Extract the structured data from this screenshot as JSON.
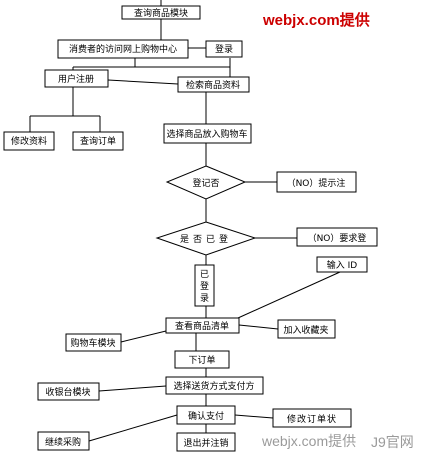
{
  "diagram": {
    "brand": "webjx.com提供",
    "watermark": "webjx.com提供",
    "watermark_logo": "J9官网",
    "nodes": {
      "query_module": "查询商品模块",
      "visit_center": "消费者的访问网上购物中心",
      "login": "登录",
      "register": "用户注册",
      "search": "检索商品资料",
      "modify_info": "修改资料",
      "query_order": "查询订单",
      "add_cart": "选择商品放入购物车",
      "is_registered": "登记否",
      "no_prompt": "（NO）提示注",
      "is_logged_in": "是否已登",
      "no_require": "（NO）要求登",
      "logged_in": "已登录",
      "input_id": "输入 ID",
      "view_list": "查看商品清单",
      "add_fav": "加入收藏夹",
      "cart_module": "购物车模块",
      "place_order": "下订单",
      "cashier_module": "收银台模块",
      "choose_delivery": "选择送货方式支付方",
      "confirm_pay": "确认支付",
      "modify_order_status": "修改订单状",
      "purchase": "继续采购",
      "logout": "退出并注销"
    }
  }
}
